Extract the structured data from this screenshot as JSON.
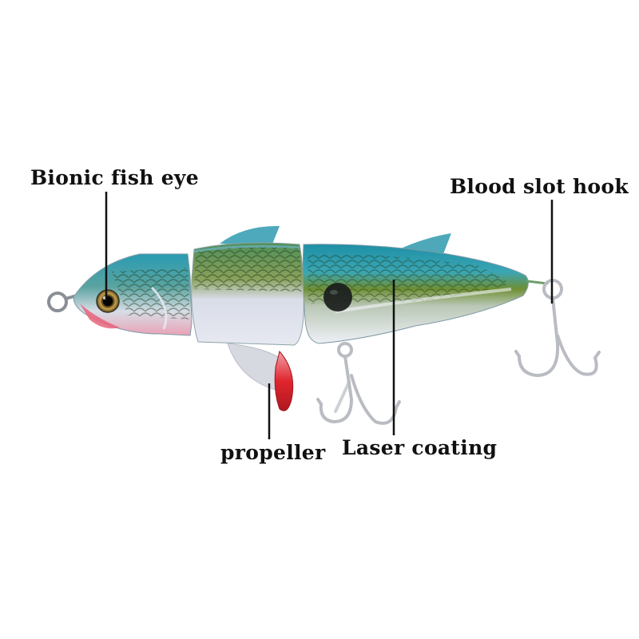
{
  "callouts": {
    "bionic_fish_eye": "Bionic fish eye",
    "blood_slot_hook": "Blood slot hook",
    "propeller": "propeller",
    "laser_coating": "Laser coating"
  },
  "colors": {
    "background": "#ffffff",
    "label_text": "#111111",
    "leader_line": "#111111",
    "body_teal": "#2f9fb0",
    "body_green": "#5f8a38",
    "belly": "#e8ecf2",
    "nose_pink": "#e8637a",
    "propeller_red": "#e0252e",
    "hook_silver": "#b9bcc2",
    "eye_gold": "#c9a24a"
  }
}
